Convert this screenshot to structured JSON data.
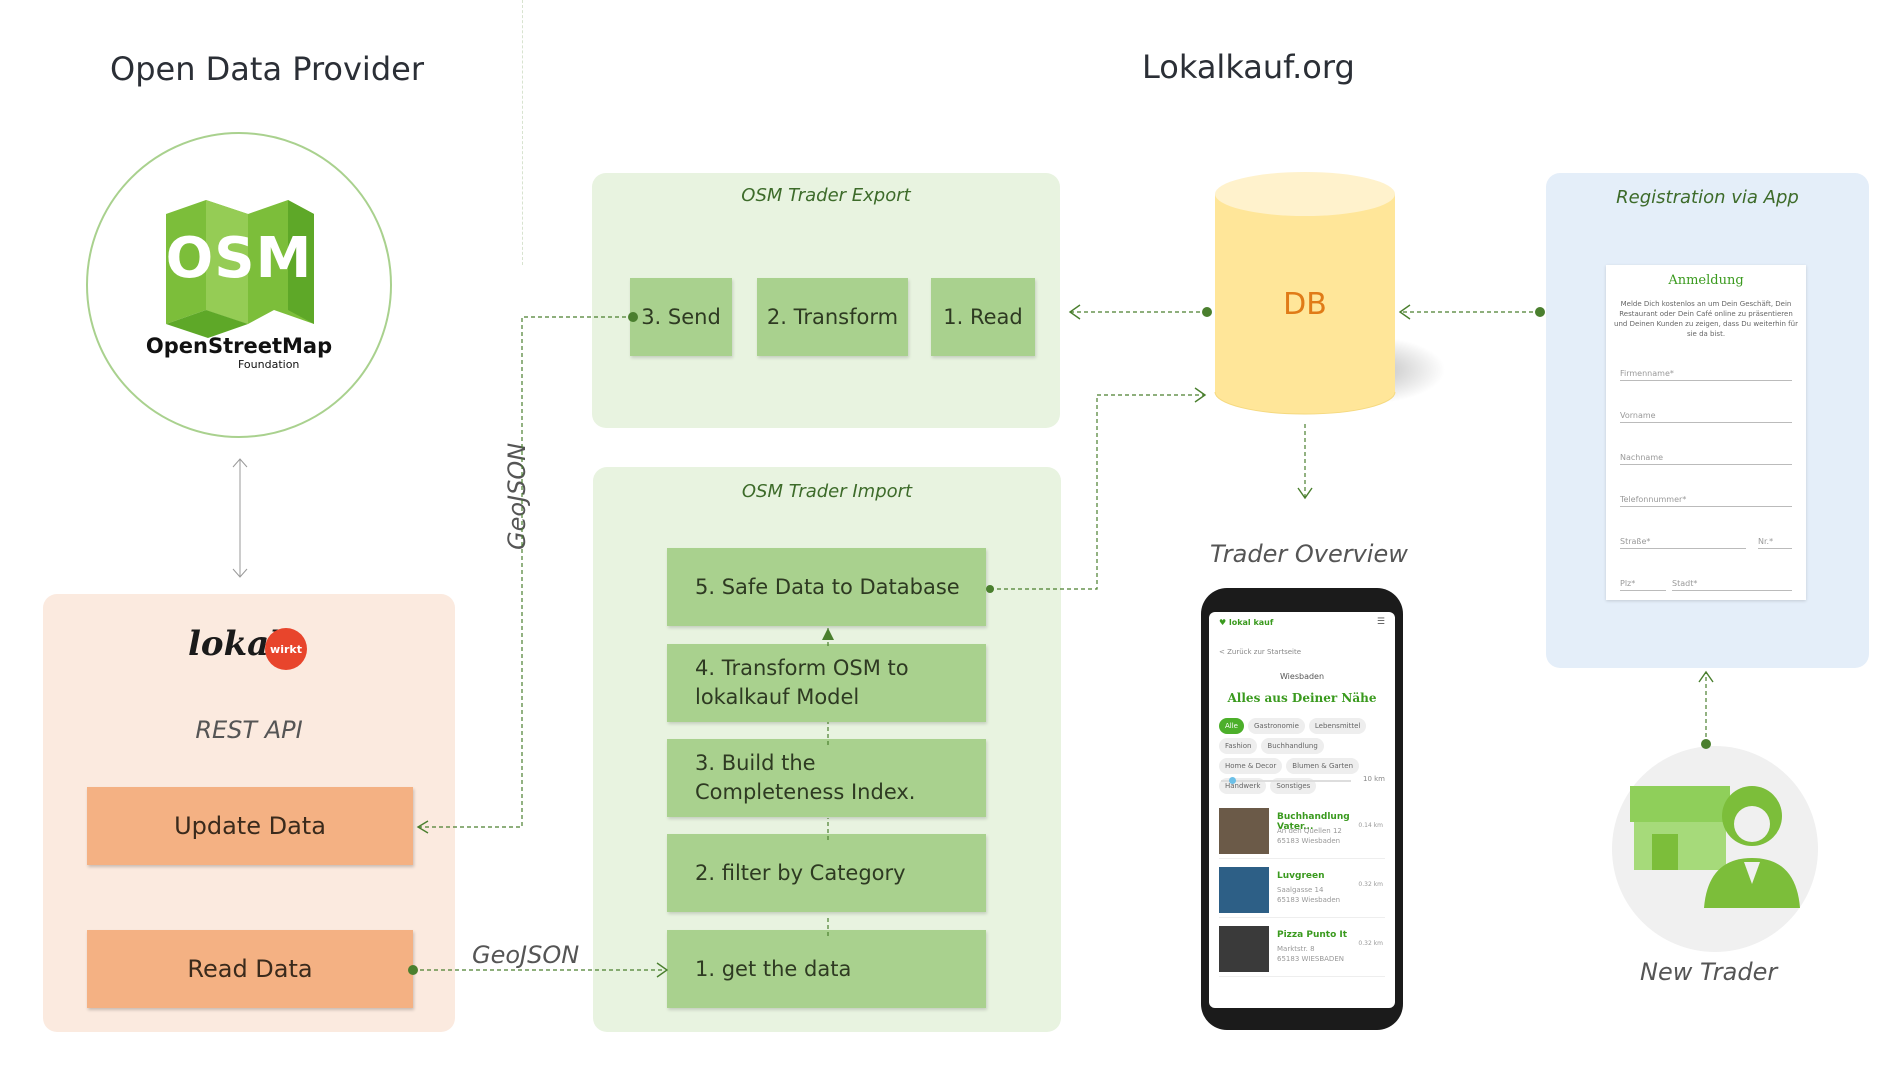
{
  "titles": {
    "provider": "Open Data Provider",
    "site": "Lokalkauf.org"
  },
  "osm": {
    "logo_text": "OSM",
    "brand": "OpenStreetMap",
    "sub": "Foundation"
  },
  "lokal": {
    "logo_word": "lokal",
    "badge": "wirkt",
    "api_label": "REST API",
    "update": "Update Data",
    "read": "Read Data"
  },
  "export_panel": {
    "title": "OSM Trader Export",
    "steps": [
      "3. Send",
      "2. Transform",
      "1. Read"
    ]
  },
  "import_panel": {
    "title": "OSM Trader Import",
    "steps": [
      "5. Safe Data to Database",
      "4. Transform OSM to lokalkauf Model",
      "3. Build the Completeness Index.",
      "2. filter by Category",
      "1. get the data"
    ]
  },
  "db": {
    "label": "DB"
  },
  "connectors": {
    "geojson_vertical": "GeoJSON",
    "geojson_horizontal": "GeoJSON"
  },
  "overview": {
    "title": "Trader Overview",
    "app_brand": "lokal kauf",
    "back": "< Zurück zur Startseite",
    "city": "Wiesbaden",
    "heading": "Alles aus Deiner Nähe",
    "chips": [
      "Alle",
      "Gastronomie",
      "Lebensmittel",
      "Fashion",
      "Buchhandlung",
      "Home & Decor",
      "Blumen & Garten",
      "Handwerk",
      "Sonstiges"
    ],
    "radius": "10 km",
    "shops": [
      {
        "name": "Buchhandlung Vater...",
        "addr1": "An den Quellen 12",
        "addr2": "65183 Wiesbaden",
        "dist": "0.14 km"
      },
      {
        "name": "Luvgreen",
        "addr1": "Saalgasse 14",
        "addr2": "65183 Wiesbaden",
        "dist": "0.32 km"
      },
      {
        "name": "Pizza Punto It",
        "addr1": "Marktstr. 8",
        "addr2": "65183 WIESBADEN",
        "dist": "0.32 km"
      }
    ]
  },
  "registration": {
    "title": "Registration via App",
    "form_title": "Anmeldung",
    "intro": "Melde Dich kostenlos an um Dein Geschäft, Dein Restaurant oder Dein Café online zu präsentieren und Deinen Kunden zu zeigen, dass Du weiterhin für sie da bist.",
    "fields": [
      "Firmenname*",
      "Vorname",
      "Nachname",
      "Telefonnummer*",
      "Straße*",
      "Nr.*",
      "Plz*",
      "Stadt*"
    ]
  },
  "new_trader": {
    "label": "New Trader"
  },
  "colors": {
    "green_box": "#a9d18e",
    "green_panel": "#e8f3e0",
    "orange_box": "#f4b183",
    "orange_panel": "#fbeadf",
    "blue_panel": "#e4eef9",
    "db_yellow": "#ffe699",
    "db_text": "#e07b17",
    "connector": "#4a7f2e"
  }
}
